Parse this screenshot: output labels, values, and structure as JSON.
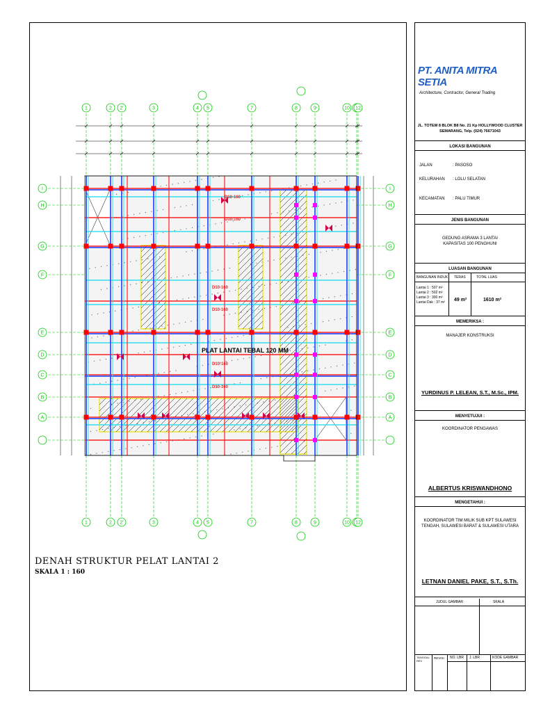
{
  "company": {
    "name": "PT. ANITA MITRA SETIA",
    "tagline": "Architecture, Contractor, General Trading",
    "address": [
      "JL. TOTEM 8 BLOK B8 No. 21 Kp HOLLYWOOD CLUSTER",
      "SEMARANG, Telp. (024) 76671043"
    ]
  },
  "lokasi": {
    "header": "LOKASI BANGUNAN",
    "rows": [
      {
        "k": "JALAN",
        "v": ":   PASOSO"
      },
      {
        "k": "KELURAHAN",
        "v": ":   LOLU SELATAN"
      },
      {
        "k": "KECAMATAN",
        "v": ":   PALU TIMUR"
      }
    ]
  },
  "jenis": {
    "header": "JENIS BANGUNAN",
    "lines": [
      "GEDUNG ASRAMA 3 LANTAI",
      "KAPASITAS 100 PENGHUNI"
    ]
  },
  "luasan": {
    "header": "LUASAN BANGUNAN",
    "col1": "BANGUNAN INDUK",
    "col2": "TERAS",
    "col3": "TOTAL LUAS",
    "floors": [
      "Lantai 1  :  507 m²",
      "Lantai 2  :  502 m²",
      "Lantai 3  :  300 m²",
      "Lantai Dak : 37 m²"
    ],
    "teras": "49 m²",
    "total": "1610 m²"
  },
  "memeriksa": {
    "header": "MEMERIKSA :",
    "role": "MANAJER KONSTRUKSI",
    "name": "YURDINUS P. LELEAN, S.T., M.Sc., IPM."
  },
  "menyetujui": {
    "header": "MENYETUJUI :",
    "role": "KOORDINATOR PENGAWAS",
    "name": "ALBERTUS KRISWANDHONO"
  },
  "mengetahui": {
    "header": "MENGETAHUI :",
    "role": [
      "KOORDINATOR TIM MILIK SUB KPT SULAWESI",
      "TENGAH, SULAWESI BARAT & SULAWESI UTARA"
    ],
    "name": "LETNAN DANIEL PAKE, S.T., S.Th."
  },
  "footer": {
    "judul": "JUDUL GAMBAR",
    "skala": "SKALA",
    "tanggal": "TANGGAL REV",
    "revisi": "REVISI",
    "no_lbr": "NO. LBR",
    "j_lbr": "J. LBR",
    "kode": "KODE GAMBAR"
  },
  "drawing": {
    "title": "DENAH STRUKTUR PELAT LANTAI 2",
    "scale": "SKALA   1 : 160",
    "slab_label": "PLAT LANTAI TEBAL 120 MM",
    "rebar_labels": [
      "D10-160",
      "D10-160",
      "D10-160",
      "D10-160",
      "D10-160",
      "D10-160"
    ],
    "col_axes": [
      "1",
      "2",
      "2'",
      "3",
      "4",
      "5",
      "7",
      "8",
      "9",
      "10",
      "11",
      "12"
    ],
    "row_axes": [
      "A",
      "B",
      "C",
      "D",
      "E",
      "F",
      "G",
      "H",
      "I"
    ]
  },
  "colors": {
    "grid": "#00cc00",
    "beam_red": "#ff2020",
    "beam_blue": "#3050ff",
    "beam_cyan": "#30e0f0",
    "column": "#ff0000",
    "magenta": "#ff00ff",
    "yellow": "#e8e000",
    "company": "#1f5fbf"
  }
}
